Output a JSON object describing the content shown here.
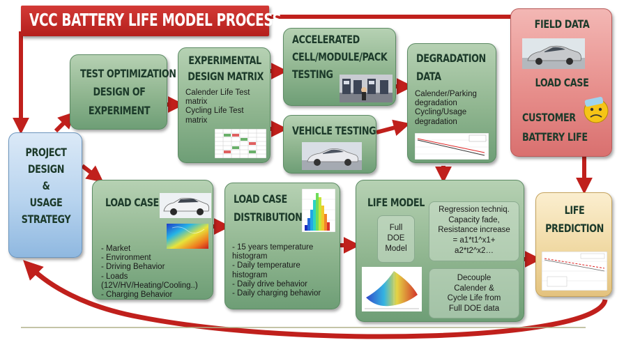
{
  "title": "VCC BATTERY LIFE MODEL PROCESS",
  "project": {
    "heading": [
      "PROJECT",
      "DESIGN",
      "&",
      "USAGE",
      "STRATEGY"
    ]
  },
  "test_opt": {
    "heading": [
      "TEST OPTIMIZATION",
      "DESIGN OF",
      "EXPERIMENT"
    ]
  },
  "exp_matrix": {
    "heading": [
      "EXPERIMENTAL",
      "DESIGN MATRIX"
    ],
    "lines": [
      "Calender Life Test",
      "matrix",
      "Cycling Life Test",
      "matrix"
    ]
  },
  "accel": {
    "heading": [
      "ACCELERATED",
      "CELL/MODULE/PACK",
      "TESTING"
    ]
  },
  "vehicle": {
    "heading": "VEHICLE TESTING"
  },
  "degradation": {
    "heading": [
      "DEGRADATION",
      "DATA"
    ],
    "lines": [
      "Calender/Parking",
      "degradation",
      "Cycling/Usage",
      "degradation"
    ]
  },
  "field": {
    "heading": [
      "FIELD DATA",
      "LOAD CASE",
      "CUSTOMER",
      "BATTERY LIFE"
    ]
  },
  "load_case": {
    "heading": "LOAD CASE",
    "lines": [
      "- Market",
      "- Environment",
      "- Driving Behavior",
      "- Loads",
      "(12V/HV/Heating/Cooling..)",
      "- Charging Behavior"
    ]
  },
  "distribution": {
    "heading": [
      "LOAD CASE",
      "DISTRIBUTION"
    ],
    "lines": [
      "- 15 years temperature",
      "histogram",
      "- Daily temperature",
      "histogram",
      "- Daily drive behavior",
      "- Daily charging behavior"
    ]
  },
  "life_model": {
    "heading": "LIFE MODEL",
    "doe": [
      "Full",
      "DOE",
      "Model"
    ],
    "regression": [
      "Regression techniq.",
      "Capacity fade,",
      "Resistance increase",
      "= a1*t1^x1+",
      "a2*t2^x2…"
    ],
    "decouple": [
      "Decouple",
      "Calender &",
      "Cycle Life from",
      "Full DOE data"
    ]
  },
  "life_prediction": {
    "heading": [
      "LIFE",
      "PREDICTION"
    ]
  },
  "colors": {
    "arrow": "#c0201c",
    "box_green": "#8fb58f",
    "banner": "#c22a27"
  }
}
